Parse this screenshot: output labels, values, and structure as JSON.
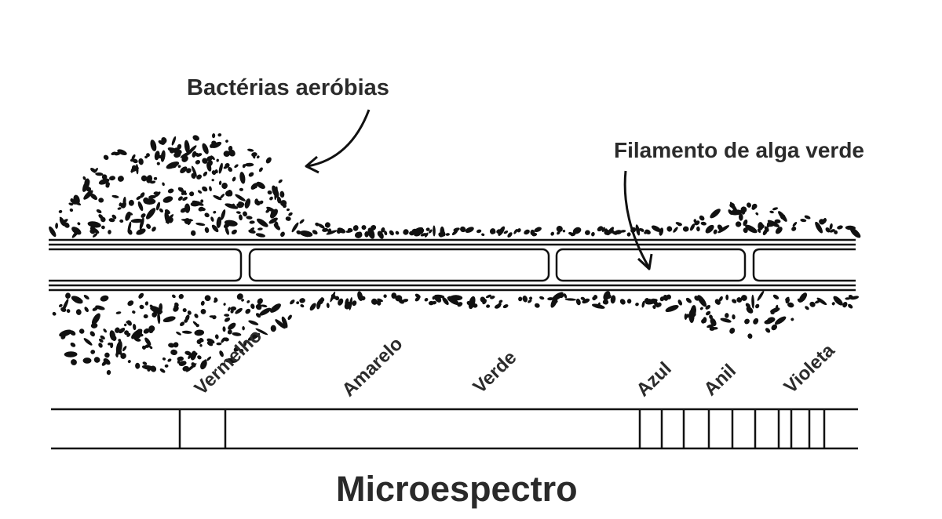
{
  "labels": {
    "bacteria": "Bactérias aeróbias",
    "filament": "Filamento de alga verde",
    "title": "Microespectro"
  },
  "spectrum_bands": [
    {
      "id": "vermelho",
      "label": "Vermelho"
    },
    {
      "id": "amarelo",
      "label": "Amarelo"
    },
    {
      "id": "verde",
      "label": "Verde"
    },
    {
      "id": "azul",
      "label": "Azul"
    },
    {
      "id": "anil",
      "label": "Anil"
    },
    {
      "id": "violeta",
      "label": "Violeta"
    }
  ],
  "colors": {
    "ink": "#111111",
    "text": "#2b2b2b",
    "background": "#ffffff"
  }
}
